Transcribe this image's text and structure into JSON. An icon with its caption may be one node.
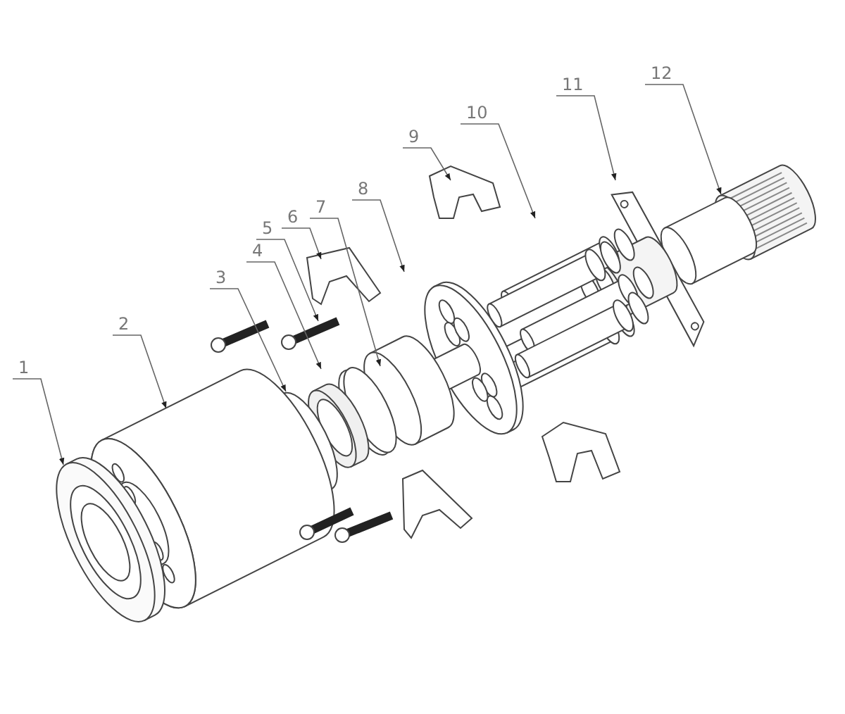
{
  "diagram": {
    "nodes": [
      {
        "text": [
          "1"
        ]
      },
      {
        "text": [
          "2"
        ]
      },
      {
        "text": [
          "3"
        ]
      },
      {
        "text": [
          "4"
        ]
      },
      {
        "text": [
          "5"
        ]
      },
      {
        "text": [
          "6"
        ]
      },
      {
        "text": [
          "7"
        ]
      },
      {
        "text": [
          "8"
        ]
      },
      {
        "text": [
          "9"
        ]
      },
      {
        "text": [
          "10"
        ]
      },
      {
        "text": [
          "11"
        ]
      },
      {
        "text": [
          "12"
        ]
      }
    ],
    "edges": [
      {
        "from": 0,
        "to": null,
        "arrow": "to"
      },
      {
        "from": 1,
        "to": null,
        "arrow": "to"
      },
      {
        "from": 2,
        "to": null,
        "arrow": "to"
      },
      {
        "from": 3,
        "to": null,
        "arrow": "to"
      },
      {
        "from": 4,
        "to": null,
        "arrow": "to"
      },
      {
        "from": 5,
        "to": null,
        "arrow": "to"
      },
      {
        "from": 6,
        "to": null,
        "arrow": "to"
      },
      {
        "from": 7,
        "to": null,
        "arrow": "to"
      },
      {
        "from": 8,
        "to": null,
        "arrow": "to"
      },
      {
        "from": 9,
        "to": null,
        "arrow": "to"
      },
      {
        "from": 10,
        "to": null,
        "arrow": "to"
      },
      {
        "from": 11,
        "to": null,
        "arrow": "to"
      }
    ]
  }
}
